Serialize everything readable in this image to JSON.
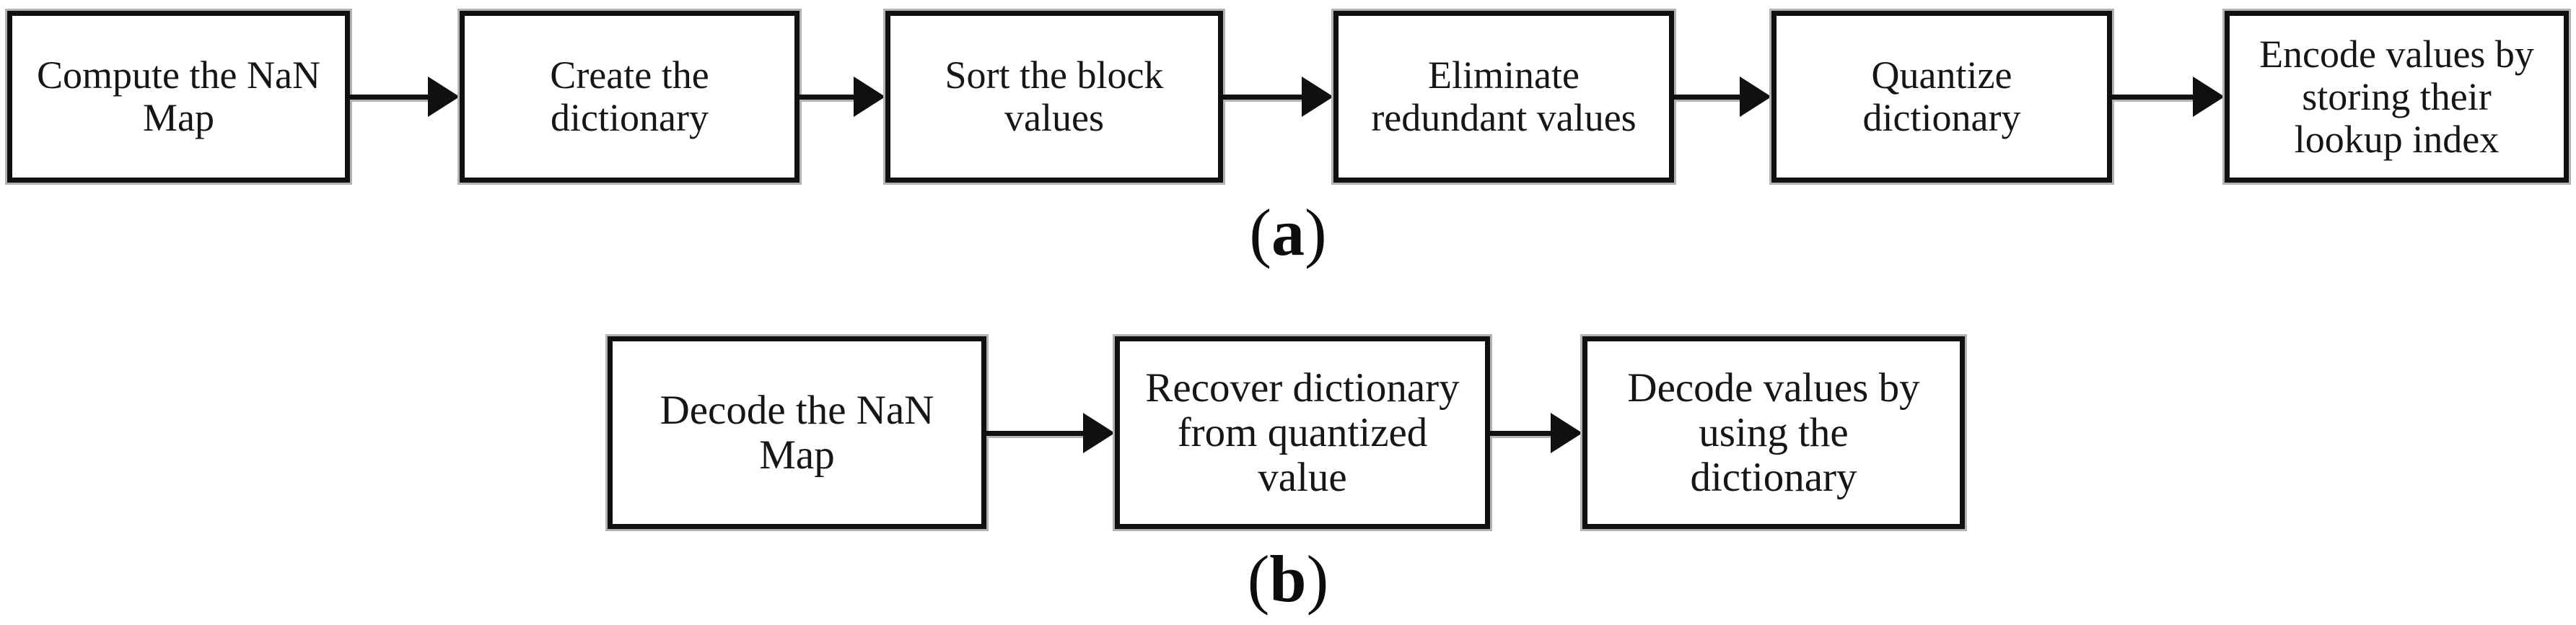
{
  "flow_a": {
    "label": {
      "open": "(",
      "letter": "a",
      "close": ")"
    },
    "boxes": [
      {
        "lines": [
          "Compute the NaN",
          "Map"
        ]
      },
      {
        "lines": [
          "Create the",
          "dictionary"
        ]
      },
      {
        "lines": [
          "Sort the block",
          "values"
        ]
      },
      {
        "lines": [
          "Eliminate",
          "redundant values"
        ]
      },
      {
        "lines": [
          "Quantize",
          "dictionary"
        ]
      },
      {
        "lines": [
          "Encode values by",
          "storing their",
          "lookup index"
        ]
      }
    ]
  },
  "flow_b": {
    "label": {
      "open": "(",
      "letter": "b",
      "close": ")"
    },
    "boxes": [
      {
        "lines": [
          "Decode the NaN",
          "Map"
        ]
      },
      {
        "lines": [
          "Recover dictionary",
          "from quantized",
          "value"
        ]
      },
      {
        "lines": [
          "Decode values by",
          "using the",
          "dictionary"
        ]
      }
    ]
  },
  "colors": {
    "ink": "#101010",
    "text": "#161616",
    "paper": "#ffffff",
    "fringe": "#b3b3b3"
  }
}
